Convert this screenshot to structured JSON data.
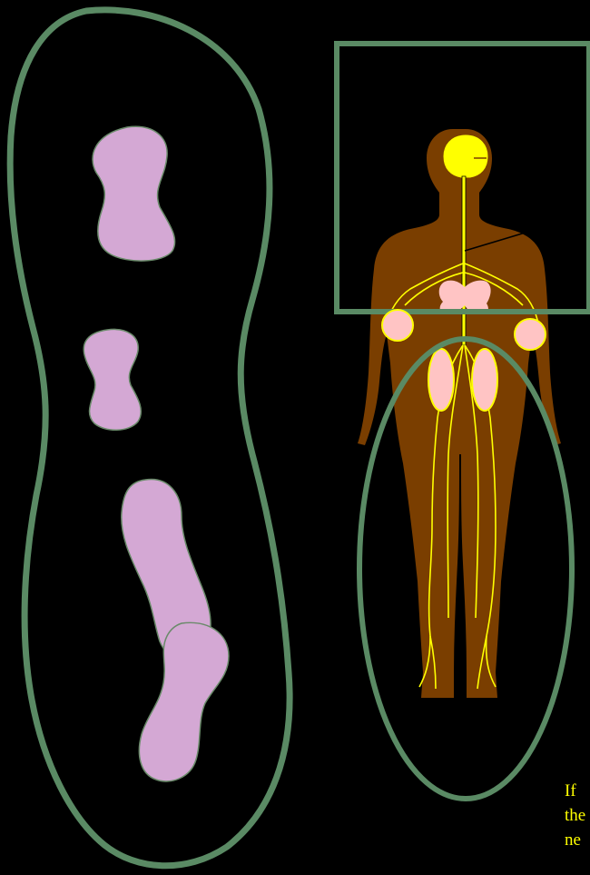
{
  "caption": {
    "lines": [
      "If",
      "the",
      "ne"
    ]
  },
  "colors": {
    "background": "#000000",
    "outline_green": "#5a8a64",
    "blob_fill": "#d4a8d4",
    "body_brown": "#7a3e00",
    "nerve_yellow": "#ffff00",
    "organ_pink": "#ffc4c4",
    "caption_text": "#ffff00"
  },
  "figure": {
    "left_outline": "elongated-loop",
    "blobs": [
      "upper-blob",
      "middle-blob",
      "lower-blob",
      "bottom-blob"
    ],
    "human_figure": "nervous-system-silhouette",
    "upper_region_marker": "rectangle",
    "lower_region_marker": "ellipse",
    "organs": [
      "brain",
      "chest-organ",
      "left-hand-joint",
      "right-hand-joint",
      "left-hip-organ",
      "right-hip-organ"
    ]
  }
}
